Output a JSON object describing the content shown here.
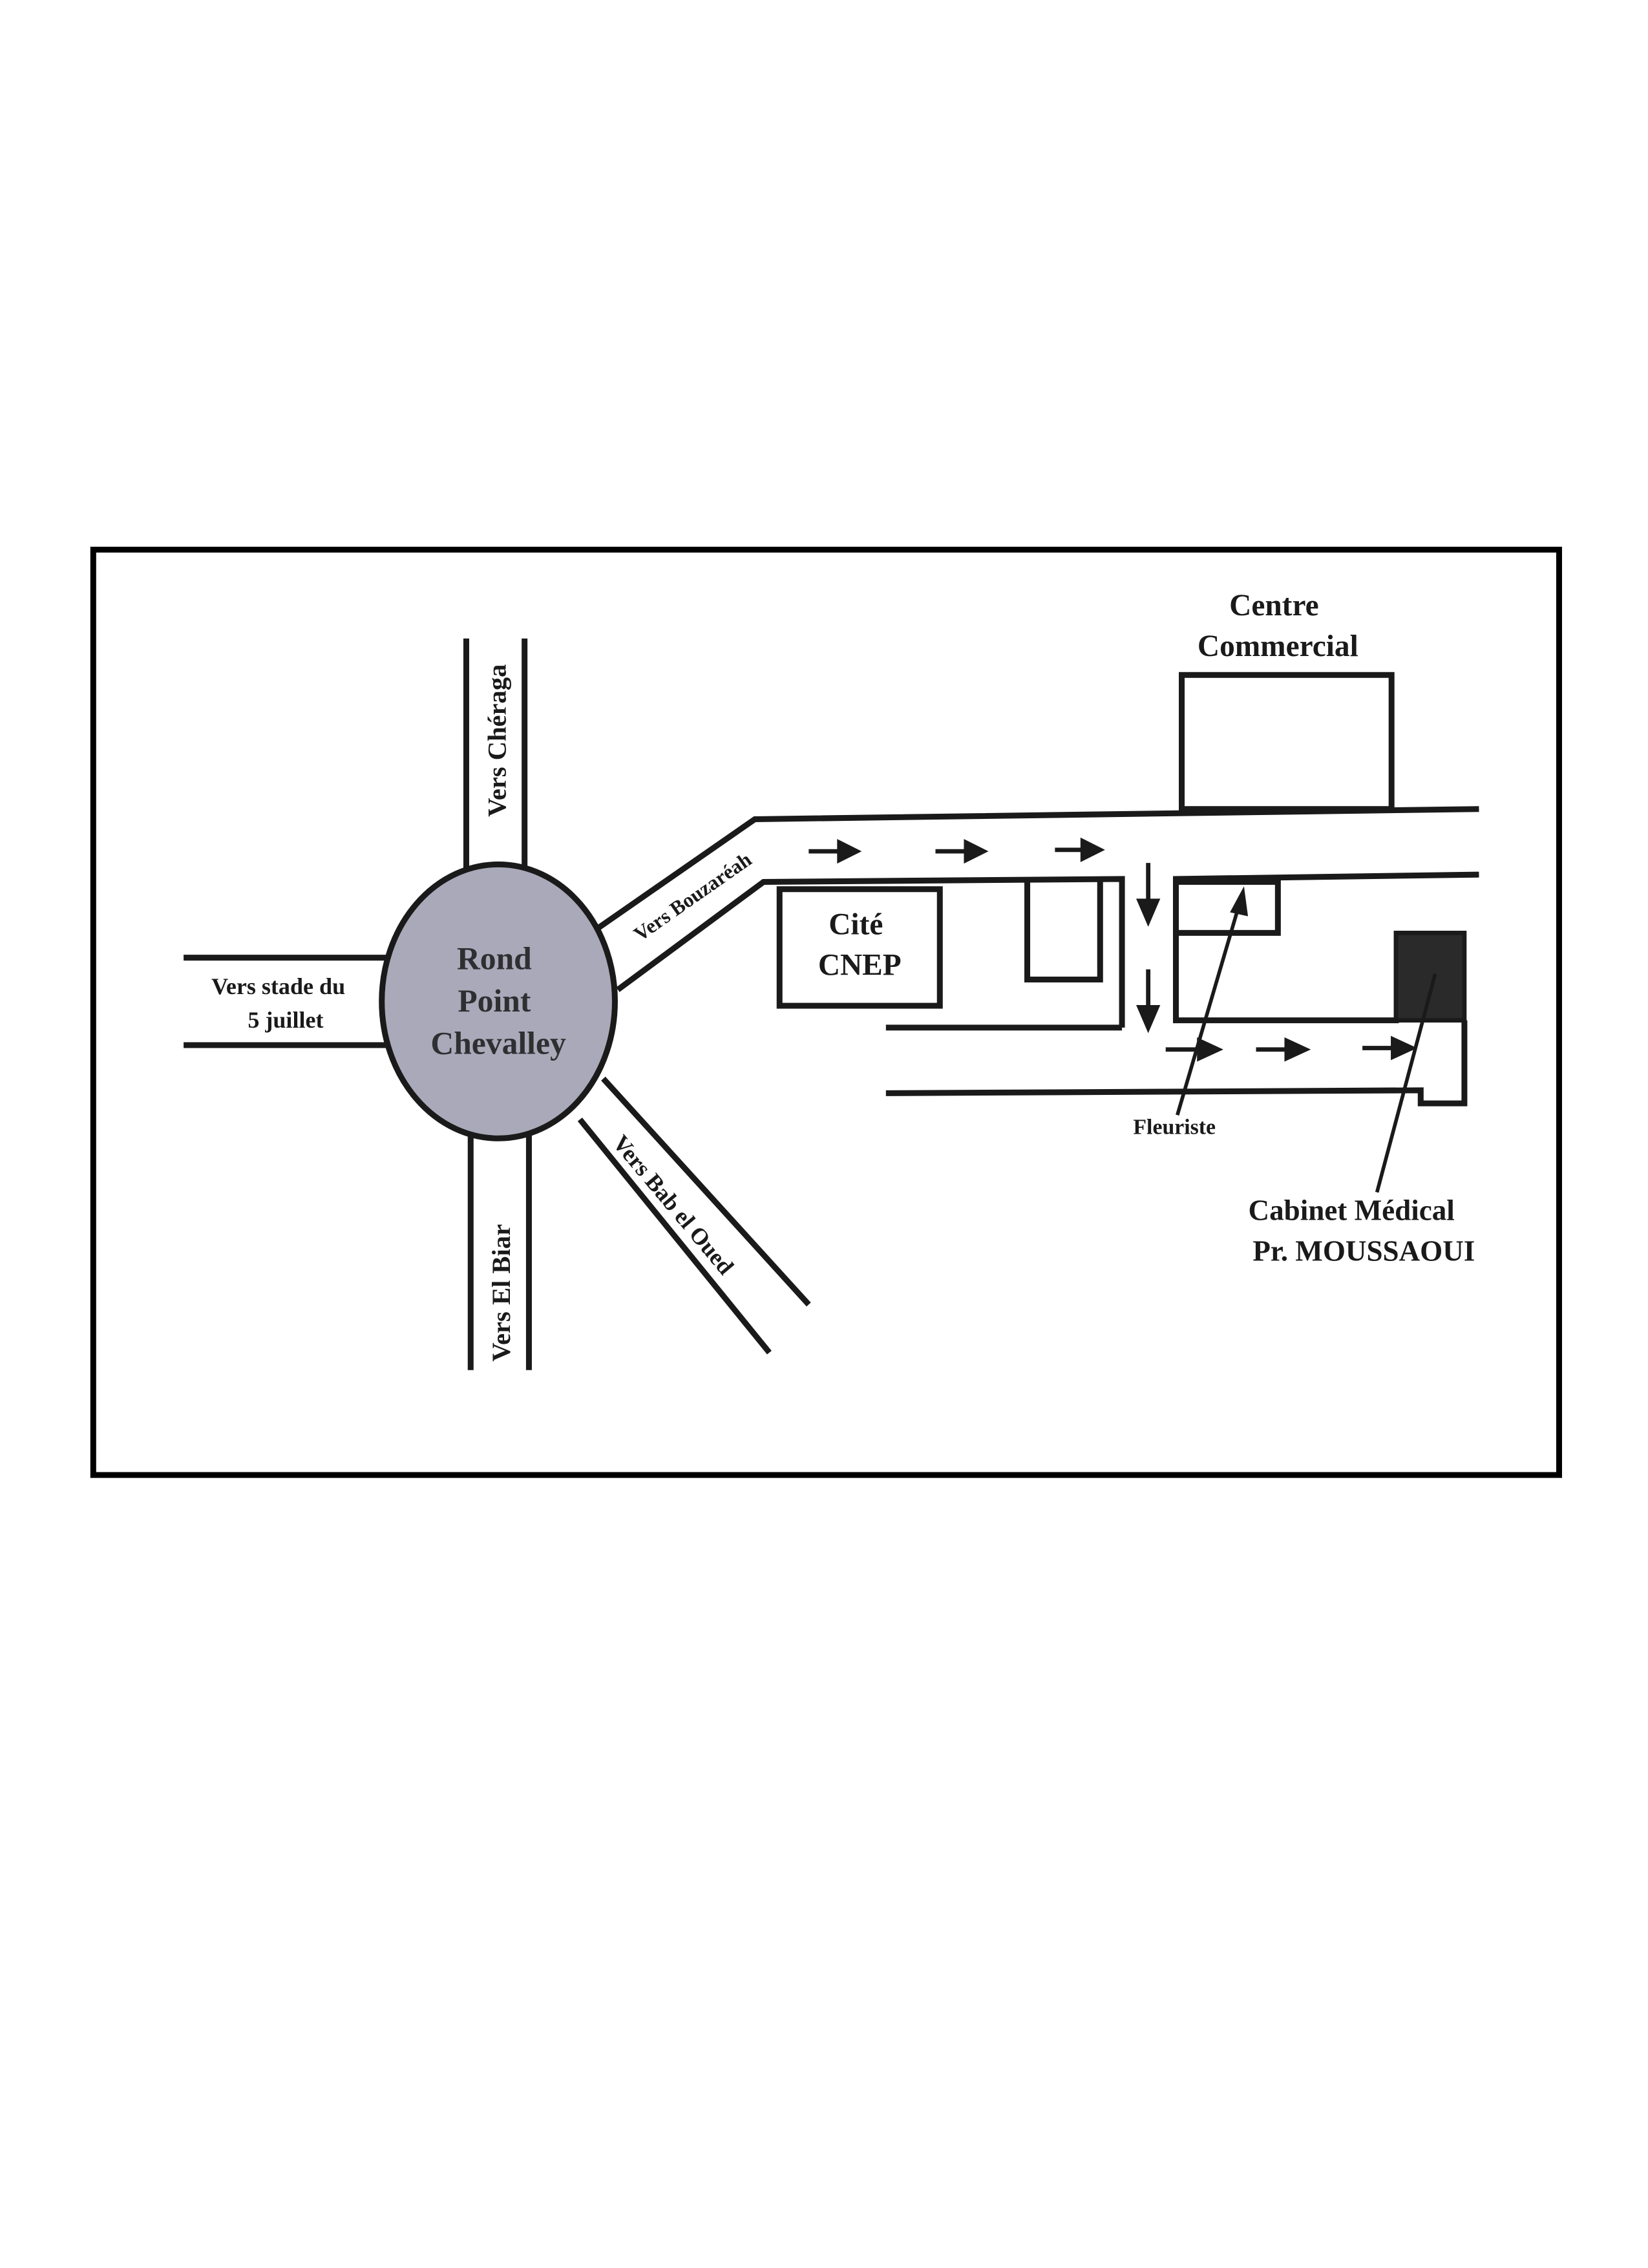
{
  "map": {
    "roundabout": {
      "lines": [
        "Rond",
        "Point",
        "Chevalley"
      ],
      "fill": "#a9a9b9"
    },
    "roads": {
      "north": "Vers Chéraga",
      "south": "Vers El Biar",
      "west": [
        "Vers stade du",
        "5 juillet"
      ],
      "northeast": "Vers Bouzaréah",
      "southeast": "Vers Bab el Oued"
    },
    "buildings": {
      "centre_commercial": [
        "Centre",
        "Commercial"
      ],
      "cite_cnep": [
        "Cité",
        "CNEP"
      ]
    },
    "landmarks": {
      "fleuriste": "Fleuriste",
      "cabinet": [
        "Cabinet Médical",
        "Pr. MOUSSAOUI"
      ],
      "cabinet_color": "#2a2a2a"
    }
  }
}
